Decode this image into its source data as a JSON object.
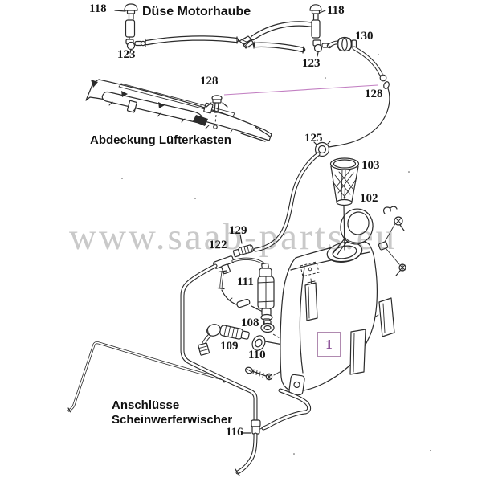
{
  "watermark": "www.saab-parts.eu",
  "captions": {
    "hood_nozzle": "Düse Motorhaube",
    "cowl_cover": "Abdeckung Lüfterkasten",
    "connections_line1": "Anschlüsse",
    "connections_line2": "Scheinwerferwischer"
  },
  "part_labels": [
    {
      "id": "118-left",
      "text": "118"
    },
    {
      "id": "123-left",
      "text": "123"
    },
    {
      "id": "118-right",
      "text": "118"
    },
    {
      "id": "123-right",
      "text": "123"
    },
    {
      "id": "130",
      "text": "130"
    },
    {
      "id": "128-left",
      "text": "128"
    },
    {
      "id": "128-right",
      "text": "128"
    },
    {
      "id": "125",
      "text": "125"
    },
    {
      "id": "103",
      "text": "103"
    },
    {
      "id": "102",
      "text": "102"
    },
    {
      "id": "129",
      "text": "129"
    },
    {
      "id": "122",
      "text": "122"
    },
    {
      "id": "111",
      "text": "111"
    },
    {
      "id": "108",
      "text": "108"
    },
    {
      "id": "109",
      "text": "109"
    },
    {
      "id": "110",
      "text": "110"
    },
    {
      "id": "116",
      "text": "116"
    }
  ],
  "highlight_box": {
    "text": "1"
  },
  "colors": {
    "line": "#2b2b2b",
    "label_text": "#161616",
    "magenta_leader": "#c27fc2",
    "highlight_border": "#b08ab0",
    "highlight_text": "#8a4f96",
    "watermark": "#c9c9c9",
    "background": "#ffffff"
  }
}
